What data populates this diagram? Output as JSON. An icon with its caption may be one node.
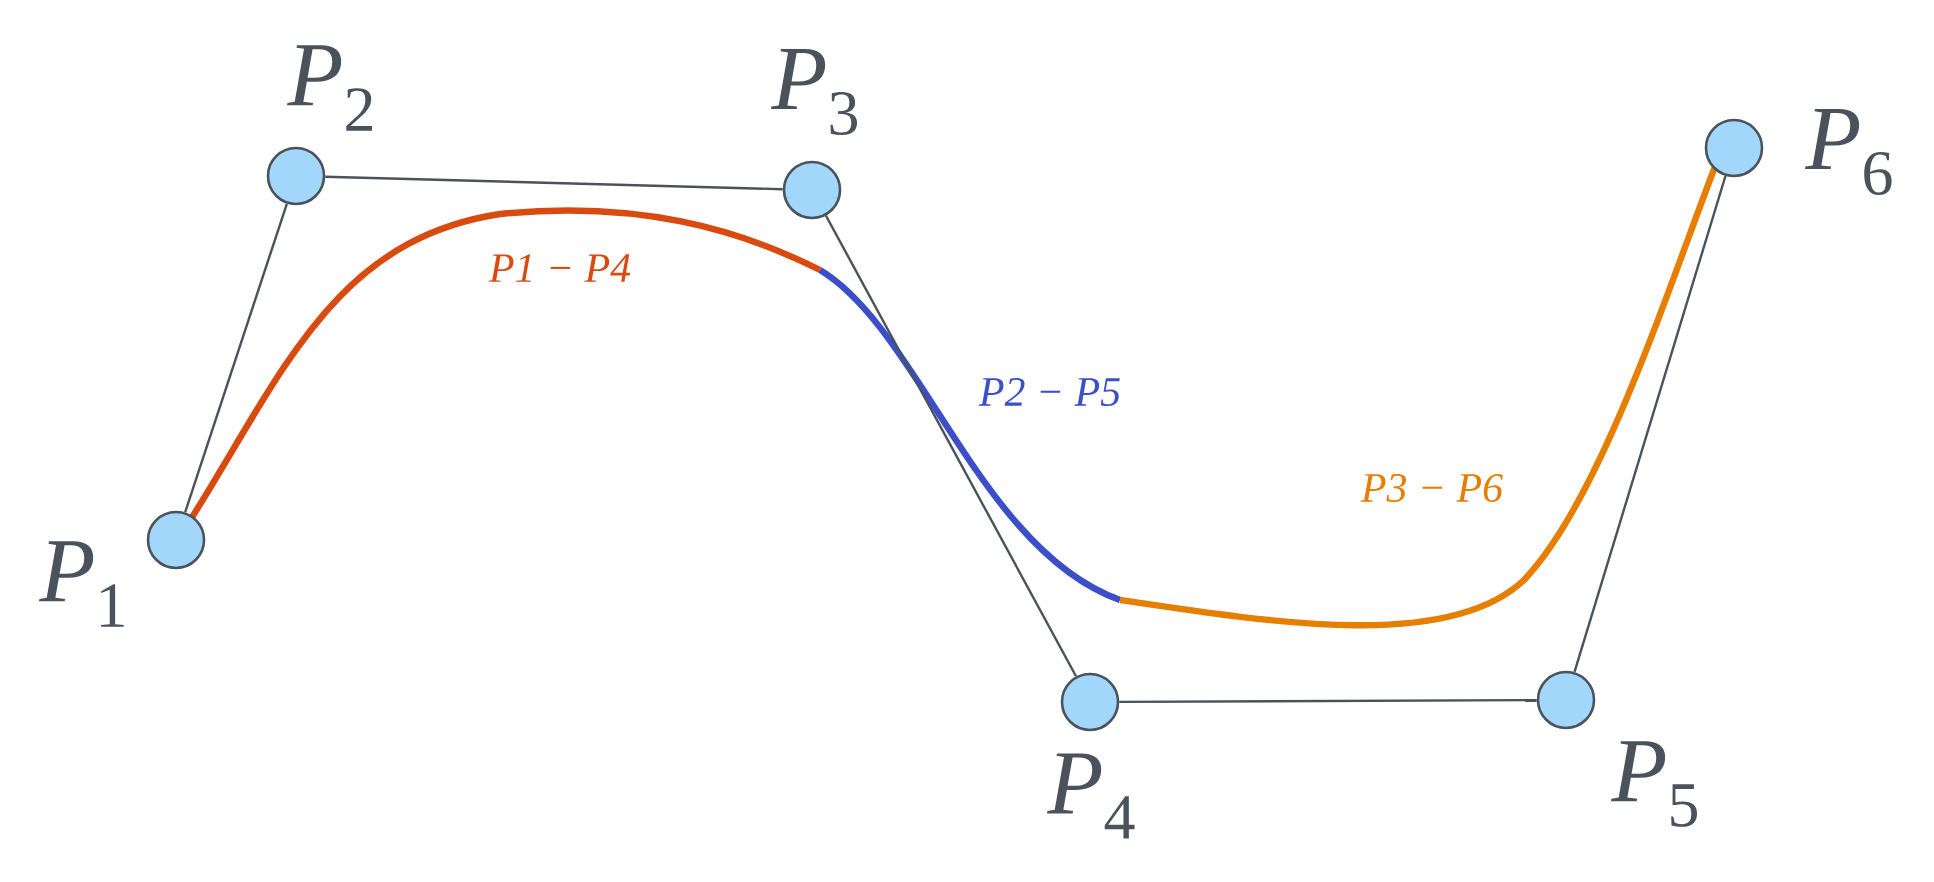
{
  "diagram": {
    "nodes": [
      {
        "text": [],
        "shape": "circle",
        "beside": [
          "*P*$_{1}$"
        ]
      },
      {
        "text": [],
        "shape": "circle",
        "beside": [
          "*P*$_{2}$"
        ]
      },
      {
        "text": [],
        "shape": "circle",
        "beside": [
          "*P*$_{3}$"
        ]
      },
      {
        "text": [],
        "shape": "circle",
        "beside": [
          "*P*$_{4}$"
        ]
      },
      {
        "text": [],
        "shape": "circle",
        "beside": [
          "*P*$_{5}$"
        ]
      },
      {
        "text": [],
        "shape": "circle",
        "beside": [
          "*P*$_{6}$"
        ]
      }
    ],
    "edges": [
      {
        "from": 0,
        "to": 1,
        "arrow": "none"
      },
      {
        "from": 1,
        "to": 2,
        "arrow": "none"
      },
      {
        "from": 2,
        "to": 3,
        "arrow": "none"
      },
      {
        "from": 3,
        "to": 4,
        "arrow": "none"
      },
      {
        "from": 4,
        "to": 5,
        "arrow": "none"
      }
    ],
    "labels": [
      "P1 − P4",
      "P2 − P5",
      "P3 − P6"
    ]
  }
}
